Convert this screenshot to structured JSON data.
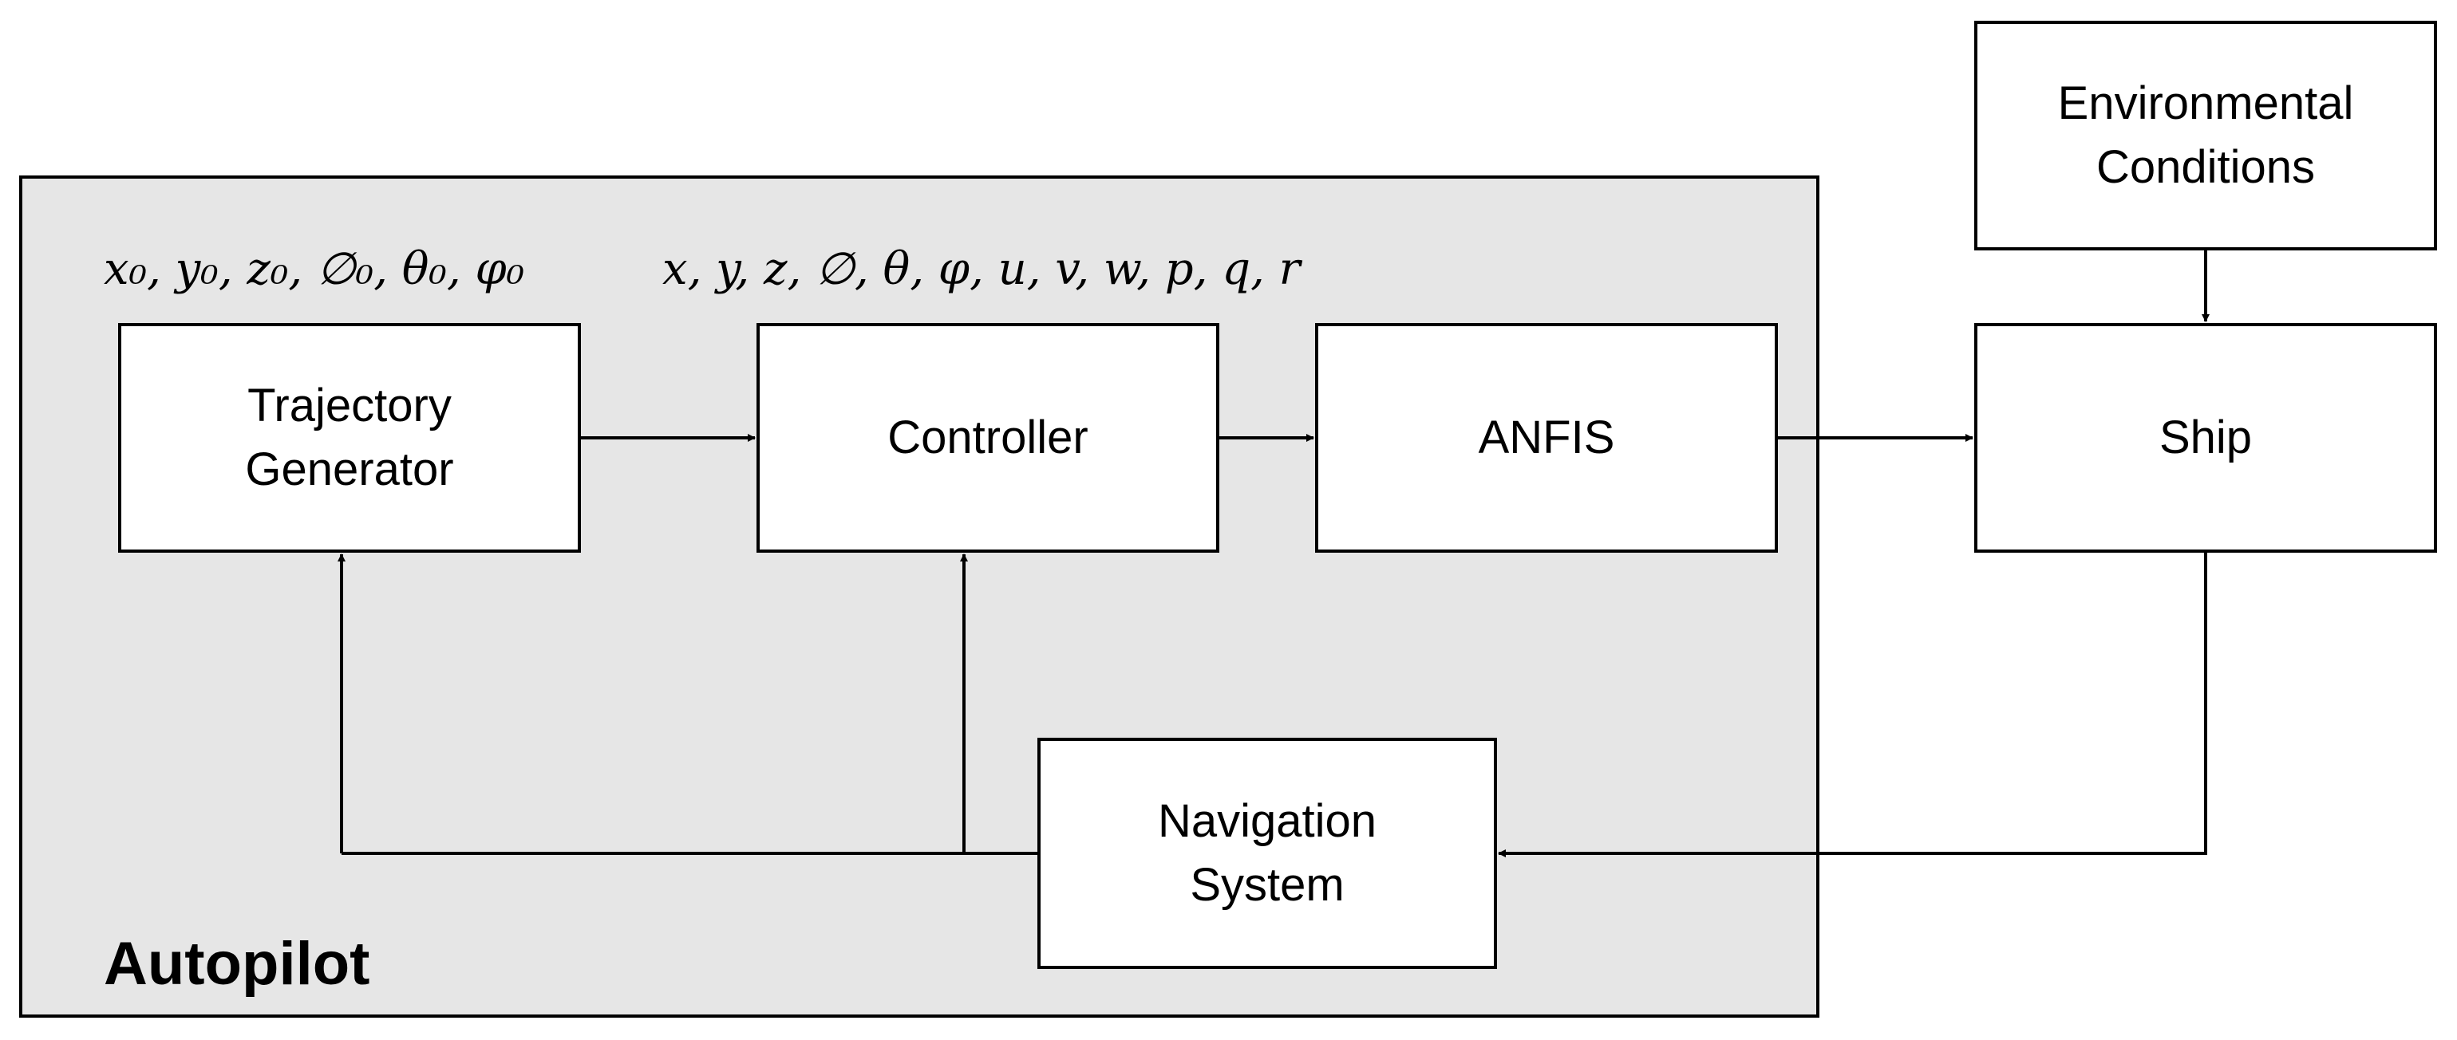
{
  "group": {
    "label": "Autopilot"
  },
  "blocks": {
    "trajectory_generator": "Trajectory\nGenerator",
    "controller": "Controller",
    "anfis": "ANFIS",
    "ship": "Ship",
    "environmental_conditions": "Environmental\nConditions",
    "navigation_system": "Navigation\nSystem"
  },
  "signals": {
    "initial_conditions": "x₀, y₀, z₀, ∅₀, θ₀, φ₀",
    "state_vector": "x, y, z, ∅, θ, φ, u, v, w, p, q, r"
  },
  "colors": {
    "group_fill": "#e6e6e6",
    "block_fill": "#ffffff",
    "stroke": "#000000"
  }
}
